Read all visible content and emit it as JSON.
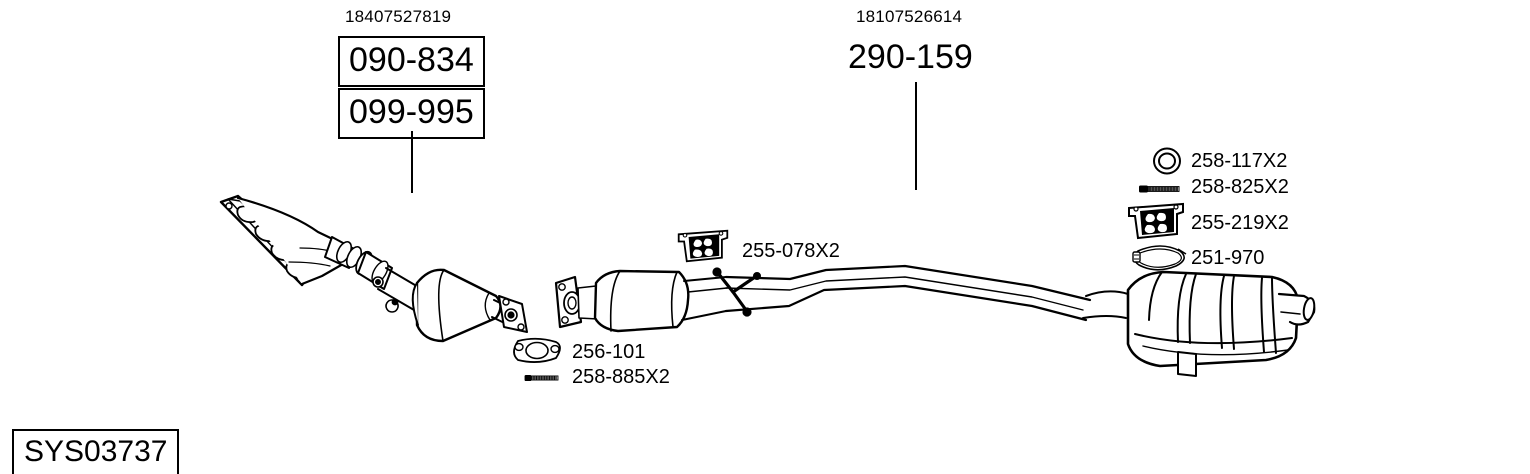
{
  "diagram": {
    "system_code": "SYS03737",
    "background_color": "#ffffff",
    "line_color": "#000000",
    "title_alt": "Exhaust system parts diagram"
  },
  "callouts": [
    {
      "oem": "18407527819",
      "codes": [
        "090-834",
        "099-995"
      ],
      "boxed": true
    },
    {
      "oem": "18107526614",
      "codes": [
        "290-159"
      ],
      "boxed": false
    }
  ],
  "annotations": {
    "middle_hanger": {
      "part": "255-078X2",
      "icon": "exhaust-hanger-bracket-icon"
    },
    "cat_gasket": {
      "part_1": "256-101",
      "part_2": "258-885X2",
      "icon_1": "flange-gasket-icon",
      "icon_2": "bolt-icon"
    }
  },
  "legend": {
    "items": [
      {
        "part": "258-117X2",
        "icon": "seal-ring-icon"
      },
      {
        "part": "258-825X2",
        "icon": "bolt-icon"
      },
      {
        "part": "255-219X2",
        "icon": "exhaust-hanger-bracket-icon"
      },
      {
        "part": "251-970",
        "icon": "rubber-hanger-strap-icon"
      }
    ]
  },
  "components": [
    {
      "name": "exhaust-manifold",
      "label": "Exhaust manifold with flange"
    },
    {
      "name": "front-pipe-flex-joint",
      "label": "Front pipe ball joint"
    },
    {
      "name": "catalytic-converter",
      "label": "Catalytic converter"
    },
    {
      "name": "middle-silencer",
      "label": "Middle silencer"
    },
    {
      "name": "centre-pipe",
      "label": "Centre pipe"
    },
    {
      "name": "rear-silencer",
      "label": "Rear silencer"
    },
    {
      "name": "tail-pipe",
      "label": "Tail pipe"
    }
  ]
}
